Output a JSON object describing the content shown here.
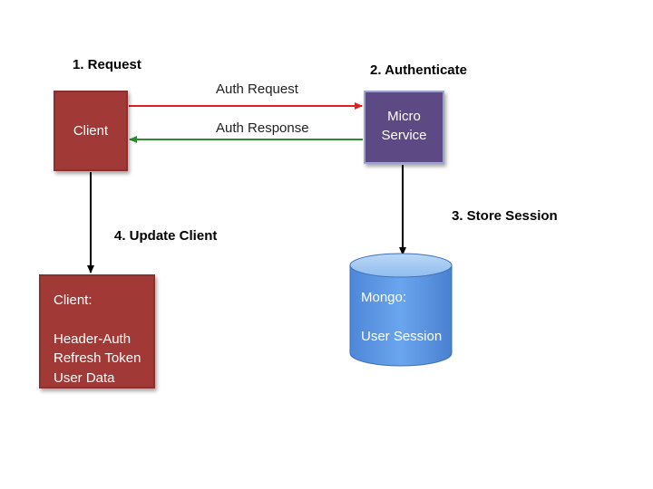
{
  "steps": {
    "request": "1. Request",
    "authenticate": "2. Authenticate",
    "store_session": "3. Store Session",
    "update_client": "4. Update Client"
  },
  "edges": {
    "auth_request": "Auth Request",
    "auth_response": "Auth Response"
  },
  "nodes": {
    "client": "Client",
    "micro_service": [
      "Micro",
      "Service"
    ],
    "updated_client": {
      "title": "Client:",
      "items": [
        "Header-Auth",
        "Refresh Token",
        "User Data"
      ]
    },
    "mongo": {
      "title": "Mongo:",
      "subtitle": "User Session"
    }
  },
  "colors": {
    "client_fill": "#a13a37",
    "service_fill": "#5d4a85",
    "db_fill": "#5b95e0",
    "request_arrow": "#e02020",
    "response_arrow": "#2e8b2e",
    "flow_arrow": "#000000"
  }
}
